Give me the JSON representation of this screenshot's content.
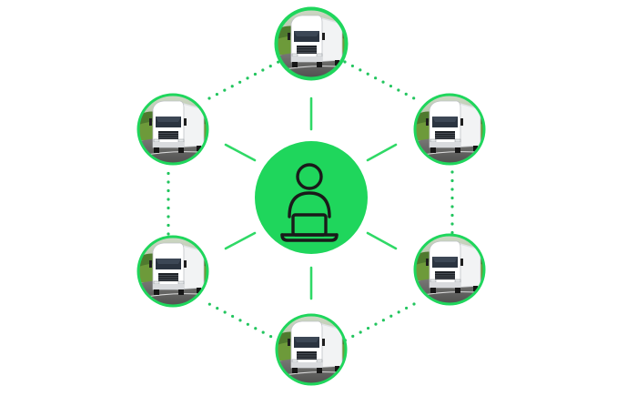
{
  "diagram": {
    "accent_color": "#1fd65c",
    "ring_color": "#22c55e",
    "connector_color": "#2fd966",
    "icon_stroke_color": "#1a1a1a",
    "center_node": {
      "icon": "person-with-laptop-icon"
    },
    "nodes": [
      {
        "icon": "truck-photo",
        "id": "top"
      },
      {
        "icon": "truck-photo",
        "id": "upper-right"
      },
      {
        "icon": "truck-photo",
        "id": "lower-right"
      },
      {
        "icon": "truck-photo",
        "id": "bottom"
      },
      {
        "icon": "truck-photo",
        "id": "lower-left"
      },
      {
        "icon": "truck-photo",
        "id": "upper-left"
      }
    ]
  }
}
